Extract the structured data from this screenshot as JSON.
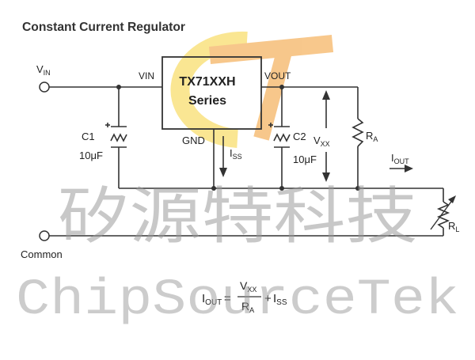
{
  "title": "Constant Current Regulator",
  "chip": {
    "name": "TX71XXH",
    "series": "Series"
  },
  "pins": {
    "vin": "VIN",
    "vout": "VOUT",
    "gnd": "GND"
  },
  "input": {
    "label_main": "V",
    "label_sub": "IN"
  },
  "common_label": "Common",
  "c1": {
    "name": "C1",
    "value": "10μF"
  },
  "c2": {
    "name": "C2",
    "value": "10μF"
  },
  "vxx": {
    "main": "V",
    "sub": "XX"
  },
  "ra": {
    "main": "R",
    "sub": "A"
  },
  "rl": {
    "main": "R",
    "sub": "L"
  },
  "iss": {
    "main": "I",
    "sub": "SS"
  },
  "iout": {
    "main": "I",
    "sub": "OUT"
  },
  "formula": {
    "lhs_main": "I",
    "lhs_sub": "OUT",
    "equals": "=",
    "num_main": "V",
    "num_sub": "XX",
    "den_main": "R",
    "den_sub": "A",
    "plus": "+",
    "term_main": "I",
    "term_sub": "SS"
  },
  "watermark": {
    "chinese": "矽源特科技",
    "latin": "ChipSourceTek"
  },
  "colors": {
    "line": "#333333",
    "text": "#222222",
    "logo_yellow": "#f6d23a",
    "logo_orange": "#f29a2e",
    "watermark": "#9a9a9a"
  }
}
